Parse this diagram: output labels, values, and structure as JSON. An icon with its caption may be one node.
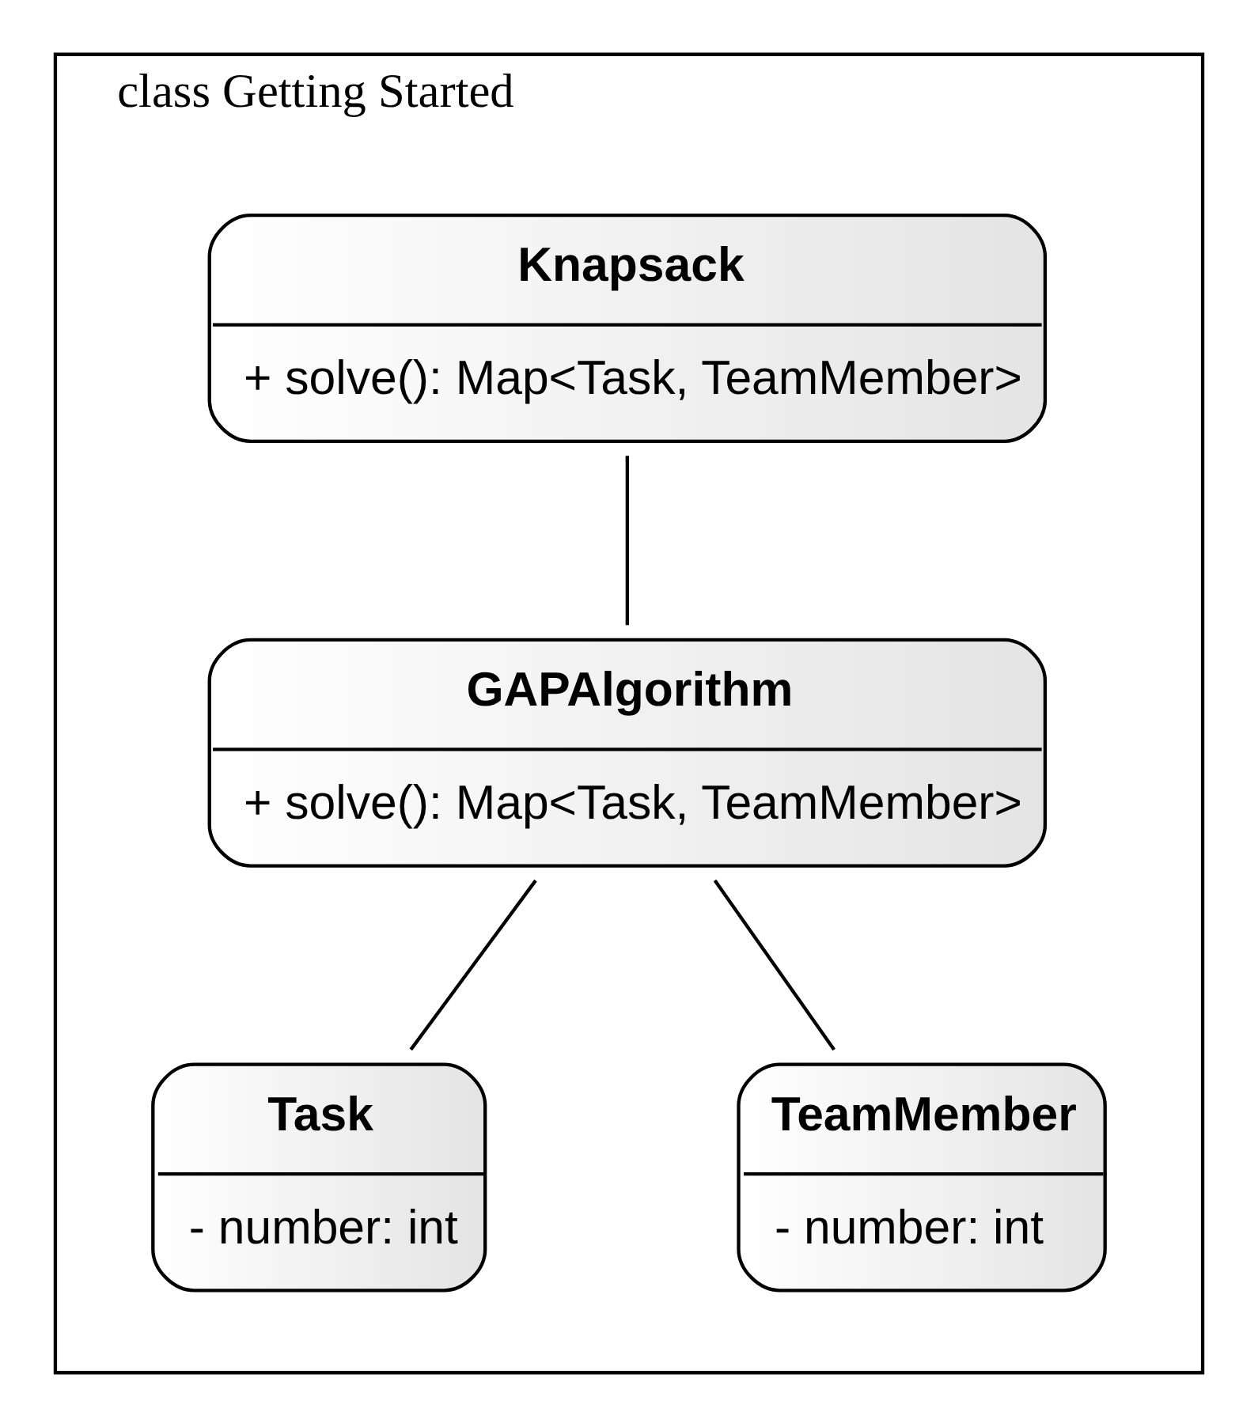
{
  "diagram": {
    "nodes": [
      {
        "text": [
          "class Getting Started"
        ]
      },
      {
        "text": [
          "Knapsack",
          "+ solve(): Map<Task, TeamMember>"
        ],
        "in": 0
      },
      {
        "text": [
          "GAPAlgorithm",
          "+ solve(): Map<Task, TeamMember>"
        ],
        "in": 0
      },
      {
        "text": [
          "Task",
          "- number: int"
        ],
        "in": 0
      },
      {
        "text": [
          "TeamMember",
          "- number: int"
        ],
        "in": 0
      }
    ],
    "edges": [
      {
        "from": 1,
        "to": 2,
        "arrow": "none"
      },
      {
        "from": 2,
        "to": 3,
        "arrow": "none"
      },
      {
        "from": 2,
        "to": 4,
        "arrow": "none"
      }
    ]
  }
}
